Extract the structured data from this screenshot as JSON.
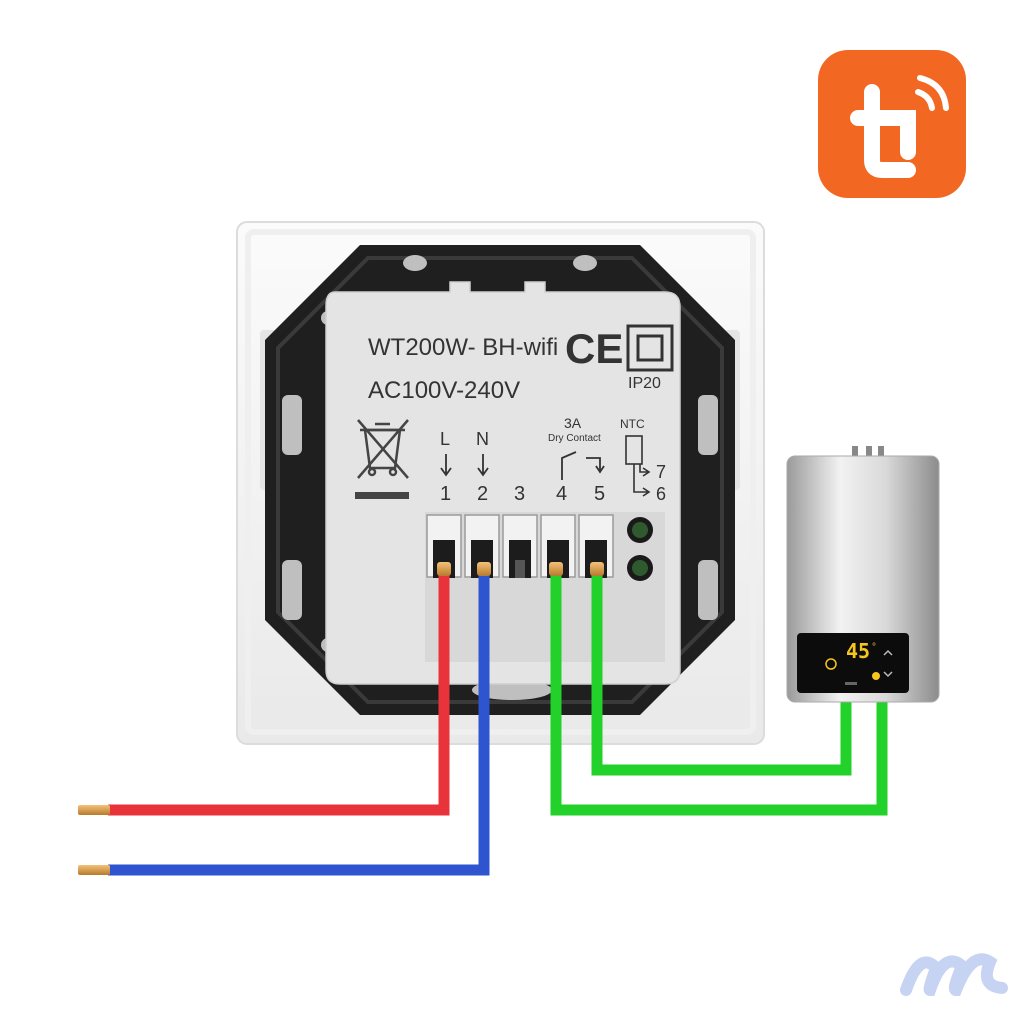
{
  "device": {
    "model": "WT200W- BH-wifi",
    "voltage": "AC100V-240V",
    "ce_mark": "CE",
    "ip_rating": "IP20"
  },
  "terminals": {
    "line_label": "L",
    "neutral_label": "N",
    "numbers": [
      "1",
      "2",
      "3",
      "4",
      "5"
    ],
    "relay_rating": "3A",
    "relay_type": "Dry Contact",
    "ntc_label": "NTC",
    "ntc_pin_a": "7",
    "ntc_pin_b": "6"
  },
  "boiler": {
    "display_temp": "45",
    "display_unit": "°"
  },
  "logos": {
    "app_logo": "tuya-smart-logo",
    "brand_mark": "m-script-watermark"
  },
  "colors": {
    "line_wire": "#e8333b",
    "neutral_wire": "#2f54d0",
    "relay_wire": "#22d12a",
    "app_logo_bg": "#f26722",
    "watermark": "#c7d3f2"
  }
}
